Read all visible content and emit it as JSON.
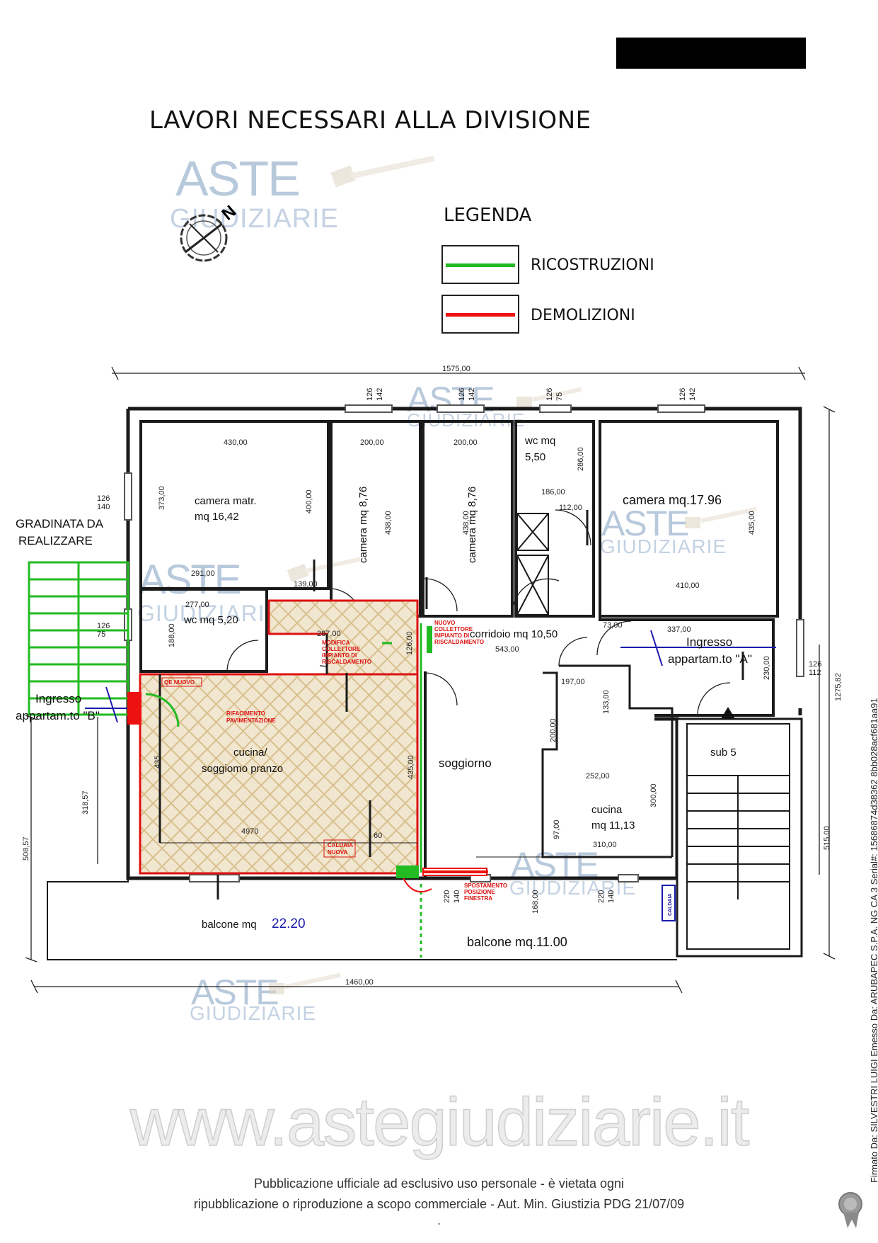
{
  "header": {
    "title": "LAVORI NECESSARI ALLA DIVISIONE"
  },
  "legend": {
    "title": "LEGENDA",
    "items": [
      {
        "label": "RICOSTRUZIONI",
        "color": "#22bb22"
      },
      {
        "label": "DEMOLIZIONI",
        "color": "#ee1111"
      }
    ]
  },
  "watermark": {
    "brand": "ASTE",
    "sub": "GIUDIZIARIE",
    "url": "www.astegiudiziarie.it"
  },
  "compass": {
    "letter": "N"
  },
  "plan": {
    "dims": {
      "top_total": "1575,00",
      "bottom_total": "1460,00",
      "right_total": "1275,82",
      "left_total": "508,57",
      "left_inner": "318,57",
      "right_inner": "515,00",
      "camera_matr_w": "430,00",
      "camera_matr_h": "373,00",
      "camera_matr_h2": "400,00",
      "camera_matr_w2": "291,00",
      "camera1_w": "200,00",
      "camera1_h": "438,00",
      "camera2_w": "200,00",
      "camera2_h": "438,00",
      "wc2_h": "286,00",
      "wc2_w": "186,00",
      "door_112": "112,00",
      "camera3_w": "410,00",
      "camera3_h": "435,00",
      "win1_a": "126",
      "win1_b": "140",
      "win2_a": "126",
      "win2_b": "142",
      "win3_a": "126",
      "win3_b": "142",
      "win4_a": "126",
      "win4_b": "75",
      "win5_a": "126",
      "win5_b": "142",
      "win6_a": "126",
      "win6_b": "75",
      "win7_a": "126",
      "win7_b": "112",
      "wc1_w": "277,00",
      "wc1_h": "188,00",
      "dim_139": "139,00",
      "dim_287": "287,00",
      "dim_126": "126,00",
      "corr_w": "543,00",
      "dim_73": "73,00",
      "dim_337": "337,00",
      "dim_230": "230,00",
      "dim_197": "197,00",
      "dim_133": "133,00",
      "dim_200": "200,00",
      "kit2_w": "252,00",
      "kit2_h": "300,00",
      "kit2_w2": "310,00",
      "dim_97": "97,00",
      "kit1_w": "4970",
      "kit1_h": "435,00",
      "kit1_h2": "435",
      "dim_60": "60",
      "balc_a": "220",
      "balc_b": "140",
      "balc_c": "220",
      "balc_d": "140",
      "balc_e": "168,00"
    },
    "rooms": {
      "camera_matr": "camera matr.",
      "camera_matr_mq": "mq 16,42",
      "camera1": "camera mq 8,76",
      "camera2": "camera mq 8,76",
      "wc2": "wc mq",
      "wc2_mq": "5,50",
      "camera3": "camera mq.17.96",
      "wc1": "wc mq 5,20",
      "corridoio": "corridoio mq 10,50",
      "cucina1": "cucina/",
      "cucina1_b": "soggiomo pranzo",
      "soggiorno": "soggiorno",
      "cucina2": "cucina",
      "cucina2_mq": "mq 11,13",
      "sub5": "sub 5",
      "balcone1": "balcone mq",
      "balcone1_mq": "22.20",
      "balcone2": "balcone mq.11.00"
    },
    "notes": {
      "gradinata": [
        "GRADINATA DA",
        "REALIZZARE"
      ],
      "ingresso_b": [
        "Ingresso",
        "appartam.to \"B\""
      ],
      "ingresso_a": [
        "Ingresso",
        "appartam.to \"A\""
      ],
      "qe_nuovo": "QE NUOVO",
      "rifacimento": [
        "RIFACIMENTO",
        "PAVIMENTAZIONE"
      ],
      "modifica_coll": [
        "MODIFICA",
        "COLLETTORE",
        "IMPIANTO DI",
        "RISCALDAMENTO"
      ],
      "nuovo_coll": [
        "NUOVO",
        "COLLETTORE",
        "IMPIANTO DI",
        "RISCALDAMENTO"
      ],
      "caldaia_nuova": [
        "CALDAIA",
        "NUOVA"
      ],
      "spostamento": [
        "SPOSTAMENTO",
        "POSIZIONE",
        "FINESTRA"
      ],
      "caldaia": "CALDAIA"
    }
  },
  "signature": "Firmato Da: SILVESTRI LUIGI Emesso Da: ARUBAPEC S.P.A. NG CA 3 Serial#: 15686874d38362 8bb028acf681aa91",
  "footer": {
    "line1": "Pubblicazione ufficiale ad esclusivo uso personale - è vietata ogni",
    "line2": "ripubblicazione o riproduzione a scopo commerciale - Aut. Min. Giustizia PDG 21/07/09",
    "dash": "-"
  }
}
